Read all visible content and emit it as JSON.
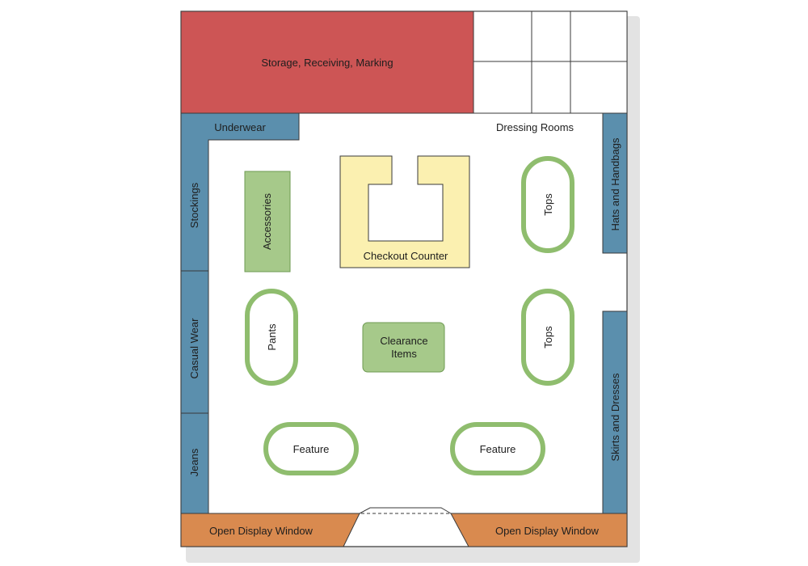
{
  "colors": {
    "storage": "#cd5555",
    "wall_display": "#5b8fad",
    "green_fill": "#a6c98a",
    "green_stroke": "#8fbd6e",
    "checkout": "#fbf0b0",
    "window": "#d98a4f",
    "outline": "#3a3a3a",
    "shadow": "#e3e3e3"
  },
  "areas": {
    "storage": "Storage, Receiving, Marking",
    "dressing_rooms": "Dressing Rooms",
    "underwear": "Underwear",
    "stockings": "Stockings",
    "casual_wear": "Casual Wear",
    "jeans": "Jeans",
    "hats_handbags": "Hats and Handbags",
    "skirts_dresses": "Skirts and Dresses",
    "accessories": "Accessories",
    "checkout": "Checkout Counter",
    "tops_upper": "Tops",
    "tops_lower": "Tops",
    "pants": "Pants",
    "clearance_line1": "Clearance",
    "clearance_line2": "Items",
    "feature_left": "Feature",
    "feature_right": "Feature",
    "window_left": "Open Display Window",
    "window_right": "Open Display Window"
  }
}
